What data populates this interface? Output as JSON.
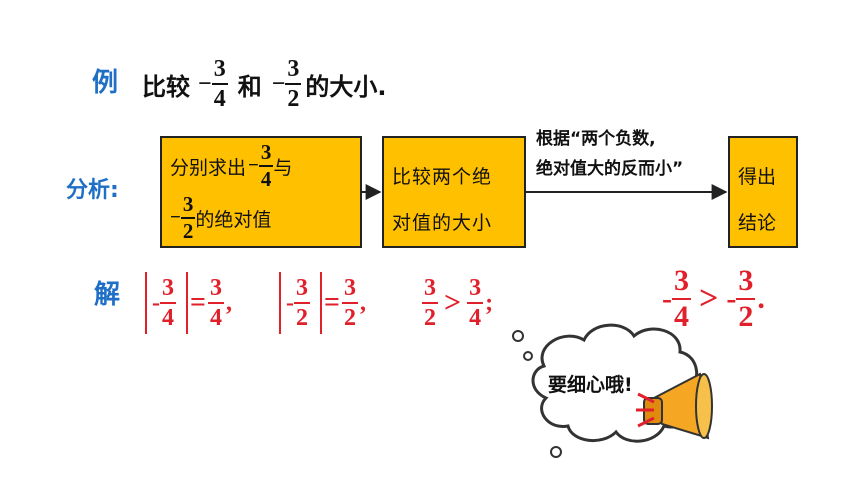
{
  "example": {
    "label": "例",
    "text_compare": "比较",
    "minus": "−",
    "frac_a": {
      "n": "3",
      "d": "4"
    },
    "text_and": "和",
    "frac_b": {
      "n": "3",
      "d": "2"
    },
    "text_end": "的大小."
  },
  "analysis": {
    "label": "分析:",
    "box1": {
      "line1_pre": "分别求出",
      "minus": "−",
      "frac_a": {
        "n": "3",
        "d": "4"
      },
      "line1_post": "与",
      "frac_b": {
        "n": "3",
        "d": "2"
      },
      "line2_post": "的绝对值"
    },
    "box2": {
      "line1": "比较两个绝",
      "line2": "对值的大小"
    },
    "note": {
      "line1": "根据“两个负数,",
      "line2": "绝对值大的反而小”"
    },
    "box3": {
      "line1": "得出",
      "line2": "结论"
    }
  },
  "solution": {
    "label": "解",
    "minus": "-",
    "eq": "=",
    "gt": ">",
    "f34": {
      "n": "3",
      "d": "4"
    },
    "f32": {
      "n": "3",
      "d": "2"
    },
    "comma": ",",
    "semicolon": ";",
    "period": "."
  },
  "bubble": {
    "text": "要细心哦!"
  },
  "colors": {
    "accent_blue": "#1f6fc7",
    "answer_red": "#e0202a",
    "box_fill": "#ffc000",
    "megaphone": "#f5a623"
  }
}
